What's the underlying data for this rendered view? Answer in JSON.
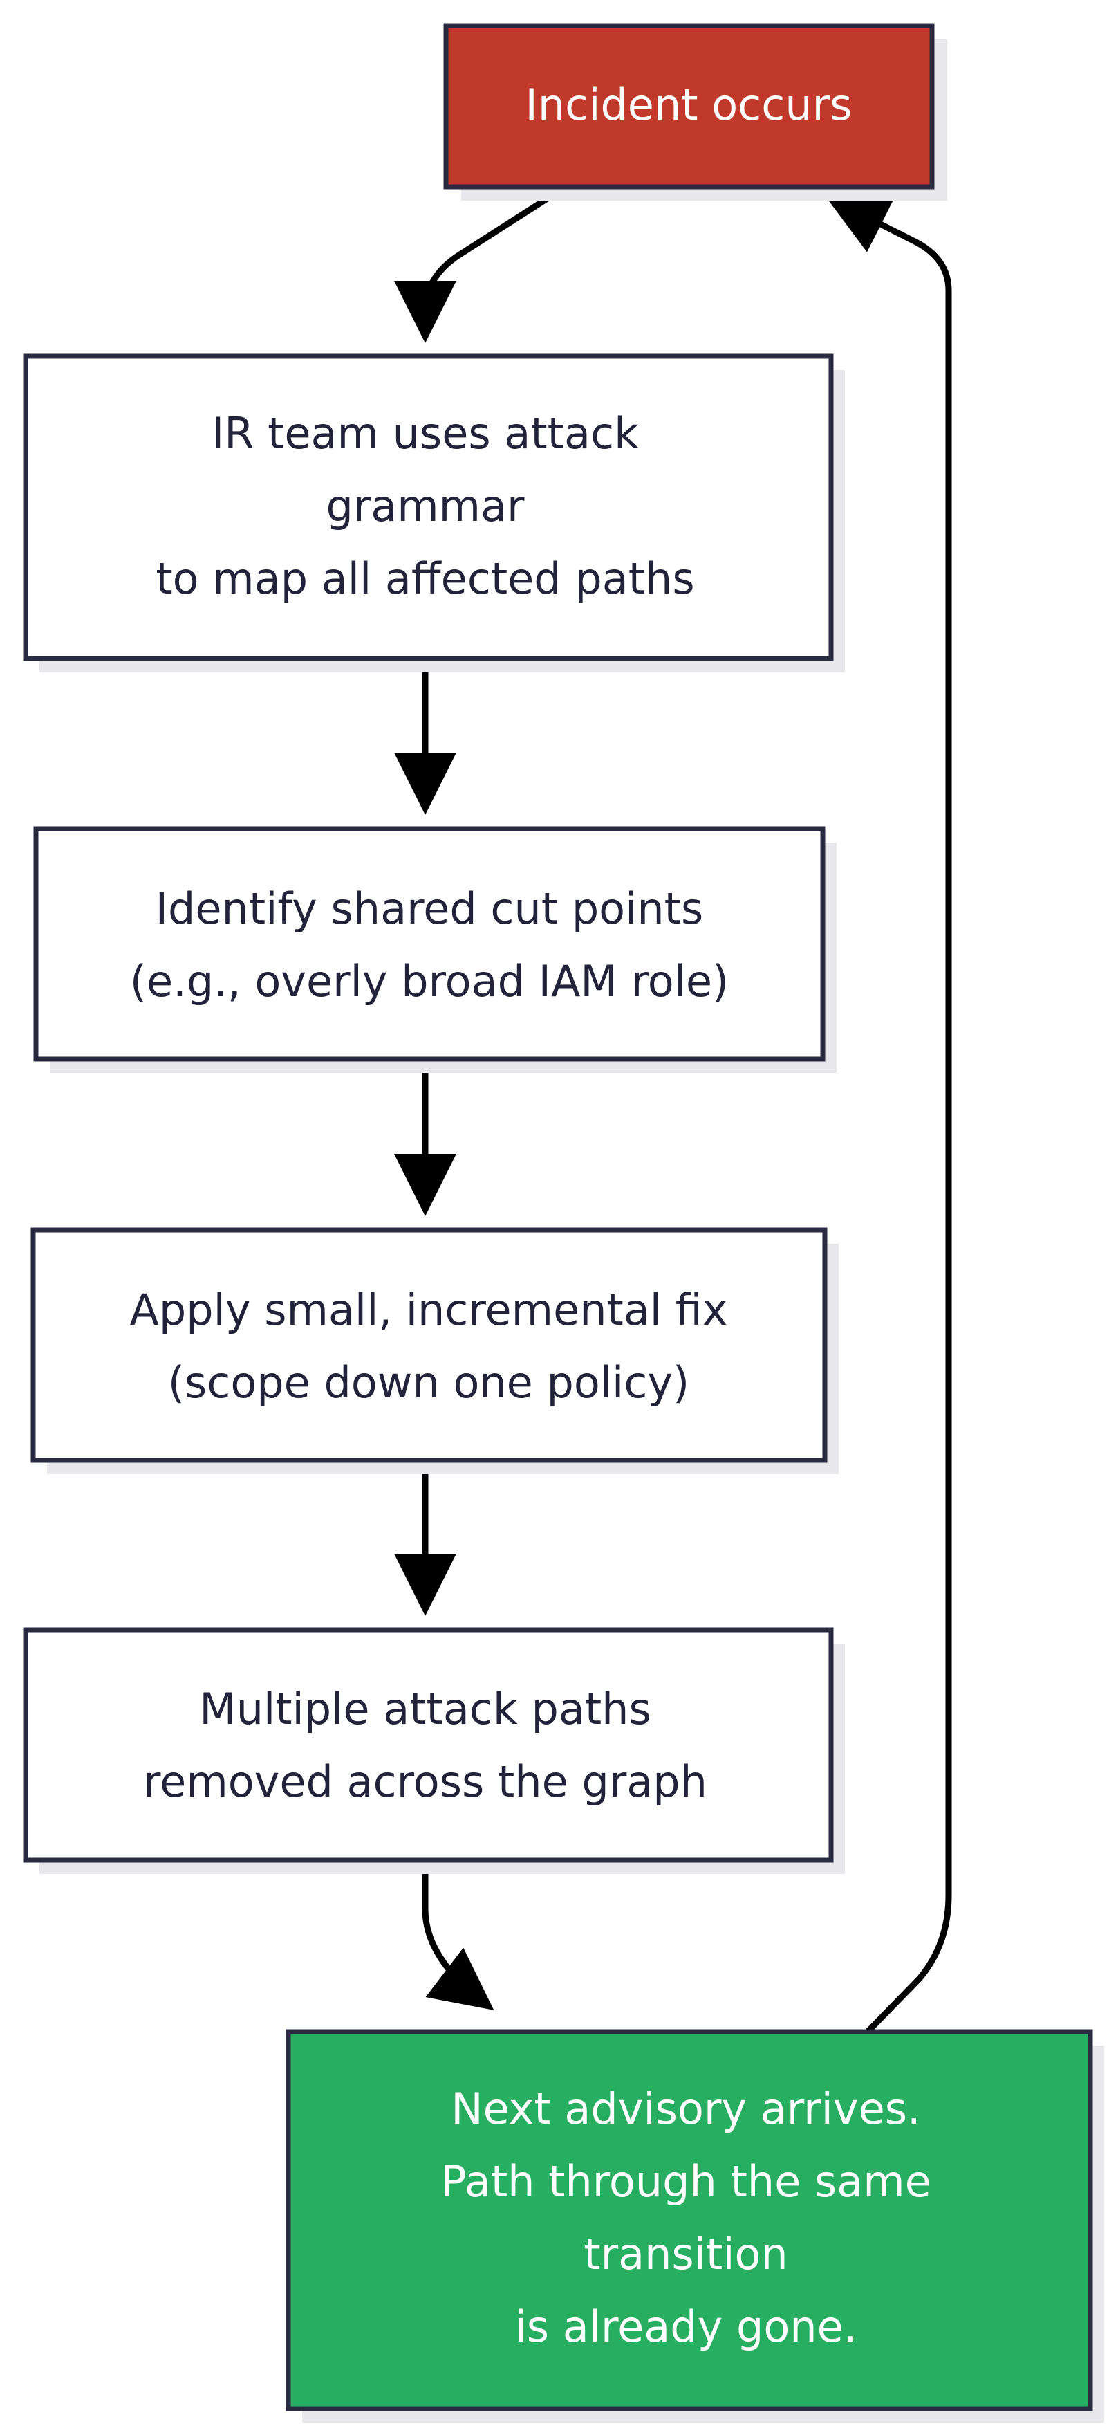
{
  "colors": {
    "incident_fill": "#c0392b",
    "advisory_fill": "#27ae60",
    "box_fill": "#ffffff",
    "border": "#2a2a40",
    "shadow": "#e8e8ec",
    "arrow": "#000000"
  },
  "nodes": {
    "incident": {
      "lines": [
        "Incident occurs"
      ]
    },
    "ir_team": {
      "lines": [
        "IR team uses attack",
        "grammar",
        "to map all affected paths"
      ]
    },
    "cut_points": {
      "lines": [
        "Identify shared cut points",
        "(e.g., overly broad IAM role)"
      ]
    },
    "fix": {
      "lines": [
        "Apply small, incremental fix",
        "(scope down one policy)"
      ]
    },
    "removed": {
      "lines": [
        "Multiple attack paths",
        "removed across the graph"
      ]
    },
    "advisory": {
      "lines": [
        "Next advisory arrives.",
        "Path through the same",
        "transition",
        "is already gone."
      ]
    }
  }
}
